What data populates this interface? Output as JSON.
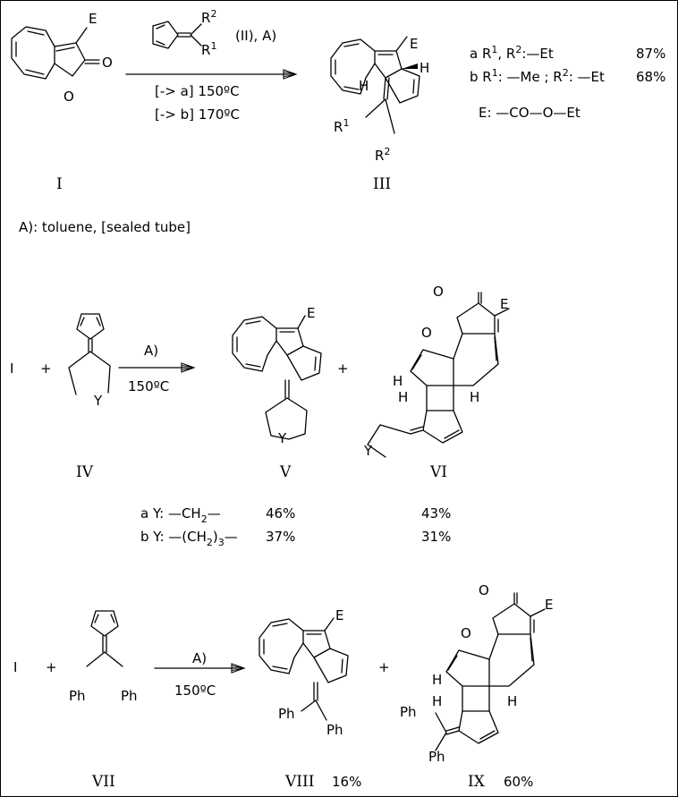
{
  "sec1": {
    "reagent_r2": "R",
    "reagent_r2_sup": "2",
    "reagent_r1": "R",
    "reagent_r1_sup": "1",
    "reagent_note": "(II),  A)",
    "cond_a": "[-> a] 150ºC",
    "cond_b": "[-> b] 170ºC",
    "start_label": "I",
    "start_e": "E",
    "start_o_ring": "O",
    "start_o_carbonyl": "O",
    "product_label": "III",
    "product_e": "E",
    "product_h1": "H",
    "product_h2": "H",
    "product_r1": "R",
    "product_r1_sup": "1",
    "product_r2": "R",
    "product_r2_sup": "2",
    "yield_a_prefix": "a R",
    "yield_a_sup1": "1",
    "yield_a_mid": ", R",
    "yield_a_sup2": "2",
    "yield_a_sub": ":—Et",
    "yield_a_value": "87%",
    "yield_b_prefix": "b R",
    "yield_b_sup1": "1",
    "yield_b_mid": ": —Me ; R",
    "yield_b_sup2": "2",
    "yield_b_sub": ": —Et",
    "yield_b_value": "68%",
    "e_def": "E: —CO—O—Et"
  },
  "footnote": "A): toluene, [sealed tube]",
  "sec2": {
    "reactant_i": "I",
    "plus1": "+",
    "plus2": "+",
    "cond_top": "A)",
    "cond_bottom": "150ºC",
    "y_label": "Y",
    "label_iv": "IV",
    "label_v": "V",
    "label_vi": "VI",
    "v_e": "E",
    "vi_o": "O",
    "vi_o2": "O",
    "vi_e": "E",
    "vi_h1": "H",
    "vi_h2": "H",
    "vi_h3": "H",
    "vi_y": "Y",
    "v_y": "Y",
    "row_a_label": "a Y: —CH",
    "row_a_sub": "2",
    "row_a_end": "—",
    "row_a_v": "46%",
    "row_a_vi": "43%",
    "row_b_label": "b Y: —(CH",
    "row_b_sub": "2",
    "row_b_end": ")",
    "row_b_sub2": "3",
    "row_b_dash": "—",
    "row_b_v": "37%",
    "row_b_vi": "31%"
  },
  "sec3": {
    "reactant_i": "I",
    "plus1": "+",
    "plus2": "+",
    "cond_top": "A)",
    "cond_bottom": "150ºC",
    "vii_ph1": "Ph",
    "vii_ph2": "Ph",
    "label_vii": "VII",
    "label_viii": "VIII",
    "yield_viii": "16%",
    "label_ix": "IX",
    "yield_ix": "60%",
    "viii_e": "E",
    "viii_ph1": "Ph",
    "viii_ph2": "Ph",
    "ix_o": "O",
    "ix_o2": "O",
    "ix_e": "E",
    "ix_h1": "H",
    "ix_h2": "H",
    "ix_h3": "H",
    "ix_ph1": "Ph",
    "ix_ph2": "Ph"
  }
}
